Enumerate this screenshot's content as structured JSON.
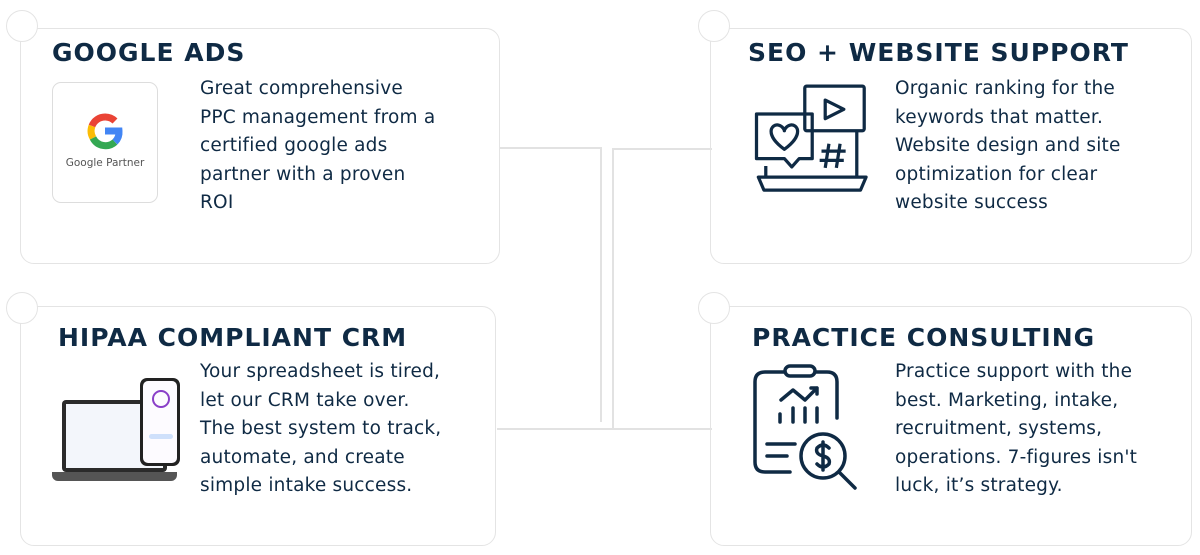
{
  "cards": [
    {
      "title": "GOOGLE ADS",
      "body": "Great comprehensive\nPPC management from a\ncertified google ads\npartner with a proven\nROI",
      "badge": "Google Partner",
      "icon": "google-partner-badge"
    },
    {
      "title": "SEO + WEBSITE  SUPPORT",
      "body": "Organic ranking for the\nkeywords that matter.\nWebsite design and site\noptimization for clear\nwebsite success",
      "icon": "laptop-social-icon"
    },
    {
      "title": "HIPAA COMPLIANT CRM",
      "body": "Your spreadsheet is tired,\nlet our CRM take over.\nThe best system to track,\nautomate, and create\nsimple intake success.",
      "icon": "laptop-phone-crm-image"
    },
    {
      "title": "PRACTICE CONSULTING",
      "body": "Practice support with the\nbest. Marketing, intake,\nrecruitment, systems,\noperations. 7-figures isn't\nluck, it’s strategy.",
      "icon": "clipboard-chart-dollar-icon"
    }
  ],
  "colors": {
    "text": "#0f2a44",
    "border": "#e4e4e4"
  }
}
